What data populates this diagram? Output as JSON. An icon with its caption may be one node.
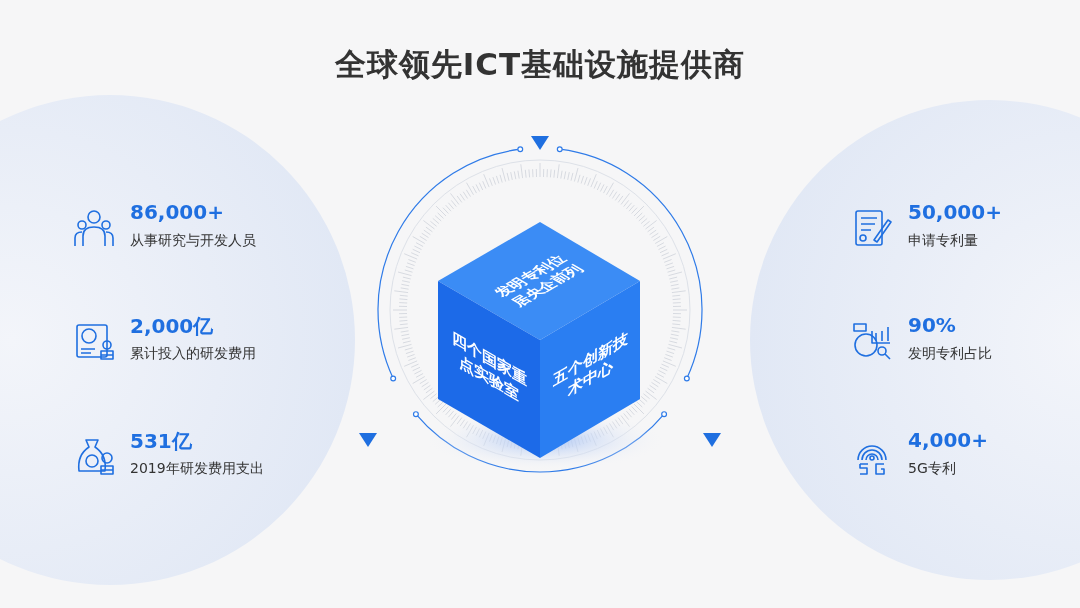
{
  "diagram": {
    "title": "全球领先ICT基础设施提供商",
    "nodes": [
      {
        "text": [
          "发明专利位居央企前列"
        ]
      },
      {
        "text": [
          "四个国家重点实验室"
        ]
      },
      {
        "text": [
          "五个创新技术中心"
        ]
      }
    ],
    "labels": [
      "86,000+",
      "从事研究与开发人员",
      "50,000+",
      "申请专利量",
      "2,000亿",
      "累计投入的研发费用",
      "90%",
      "发明专利占比",
      "531亿",
      "2019年研发费用支出",
      "4,000+",
      "5G专利"
    ]
  }
}
